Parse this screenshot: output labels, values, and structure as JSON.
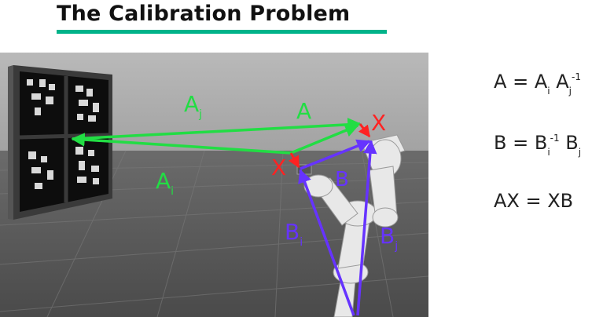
{
  "title": "The Calibration Problem",
  "colors": {
    "title_underline": "#00b38a",
    "green_arrows": "#22dd44",
    "blue_arrows": "#6633ff",
    "red_markers": "#ff2222"
  },
  "scene": {
    "labels": {
      "A_j": "A",
      "A_j_sub": "j",
      "A": "A",
      "X_top": "X",
      "X_left": "X",
      "A_i": "A",
      "A_i_sub": "i",
      "B": "B",
      "B_i": "B",
      "B_i_sub": "i",
      "B_j": "B",
      "B_j_sub": "j"
    }
  },
  "equations": {
    "eq1": {
      "lhs": "A",
      "eq": "=",
      "t1": "A",
      "t1_sub": "i",
      "t2": "A",
      "t2_sub": "j",
      "t2_sup": "-1"
    },
    "eq2": {
      "lhs": "B",
      "eq": "=",
      "t1": "B",
      "t1_sub": "i",
      "t1_sup": "-1",
      "t2": "B",
      "t2_sub": "j"
    },
    "eq3": {
      "text": "AX = XB"
    }
  }
}
